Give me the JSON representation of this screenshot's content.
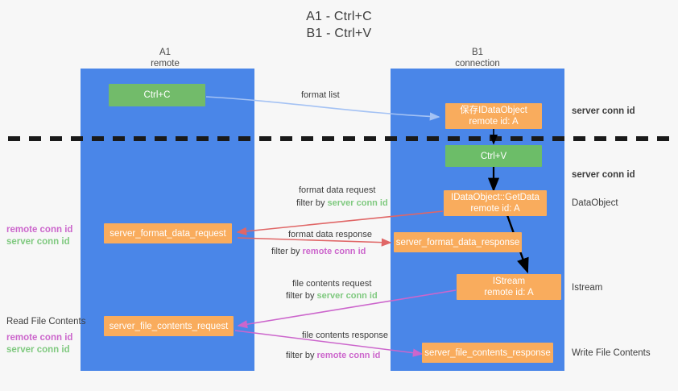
{
  "title": {
    "line1": "A1 - Ctrl+C",
    "line2": "B1 - Ctrl+V"
  },
  "lanes": [
    {
      "id": "a1",
      "name": "A1",
      "sub": "remote",
      "color": "#4a86e8"
    },
    {
      "id": "b1",
      "name": "B1",
      "sub": "connection",
      "color": "#4a86e8"
    }
  ],
  "colors": {
    "lane": "#4a86e8",
    "green_box": "#6cbd68",
    "orange_box": "#f9ac5d",
    "server_conn_id": "#7fc97f",
    "remote_conn_id": "#cc66cc",
    "arrow_blue": "#a4c2f4",
    "arrow_red": "#e06666",
    "arrow_magenta": "#cc66cc",
    "arrow_black": "#000000",
    "divider": "#1a1a1a",
    "background": "#f7f7f7"
  },
  "nodes": {
    "ctrl_c": {
      "line1": "Ctrl+C",
      "line2": ""
    },
    "save_idataobject": {
      "line1": "保存IDataObject",
      "line2": "remote id: A"
    },
    "ctrl_v": {
      "line1": "Ctrl+V",
      "line2": ""
    },
    "getdata": {
      "line1": "IDataObject::GetData",
      "line2": "remote id: A"
    },
    "istream": {
      "line1": "IStream",
      "line2": "remote id: A"
    },
    "fmt_req": {
      "line1": "server_format_data_request",
      "line2": ""
    },
    "fmt_resp": {
      "line1": "server_format_data_response",
      "line2": ""
    },
    "file_req": {
      "line1": "server_file_contents_request",
      "line2": ""
    },
    "file_resp": {
      "line1": "server_file_contents_response",
      "line2": ""
    }
  },
  "edge_labels": {
    "format_list": {
      "text": "format list"
    },
    "fmt_req_title": {
      "text": "format data request"
    },
    "fmt_req_filter": {
      "prefix": "filter by ",
      "token": "server conn id"
    },
    "fmt_resp_title": {
      "text": "format data response"
    },
    "fmt_resp_filter": {
      "prefix": "filter by ",
      "token": "remote conn id"
    },
    "file_req_title": {
      "text": "file contents request"
    },
    "file_req_filter": {
      "prefix": "filter by ",
      "token": "server conn id"
    },
    "file_resp_title": {
      "text": "file contents response"
    },
    "file_resp_filter": {
      "prefix": "filter by ",
      "token": "remote conn id"
    }
  },
  "right_labels": {
    "server_conn_id_top": "server conn id",
    "server_conn_id_mid": "server conn id",
    "dataobject": "DataObject",
    "istream": "Istream",
    "write_file_contents": "Write File Contents"
  },
  "left_labels": {
    "group1_remote": "remote conn id",
    "group1_server": "server conn id",
    "read_file_contents": "Read File Contents",
    "group2_remote": "remote conn id",
    "group2_server": "server conn id"
  }
}
